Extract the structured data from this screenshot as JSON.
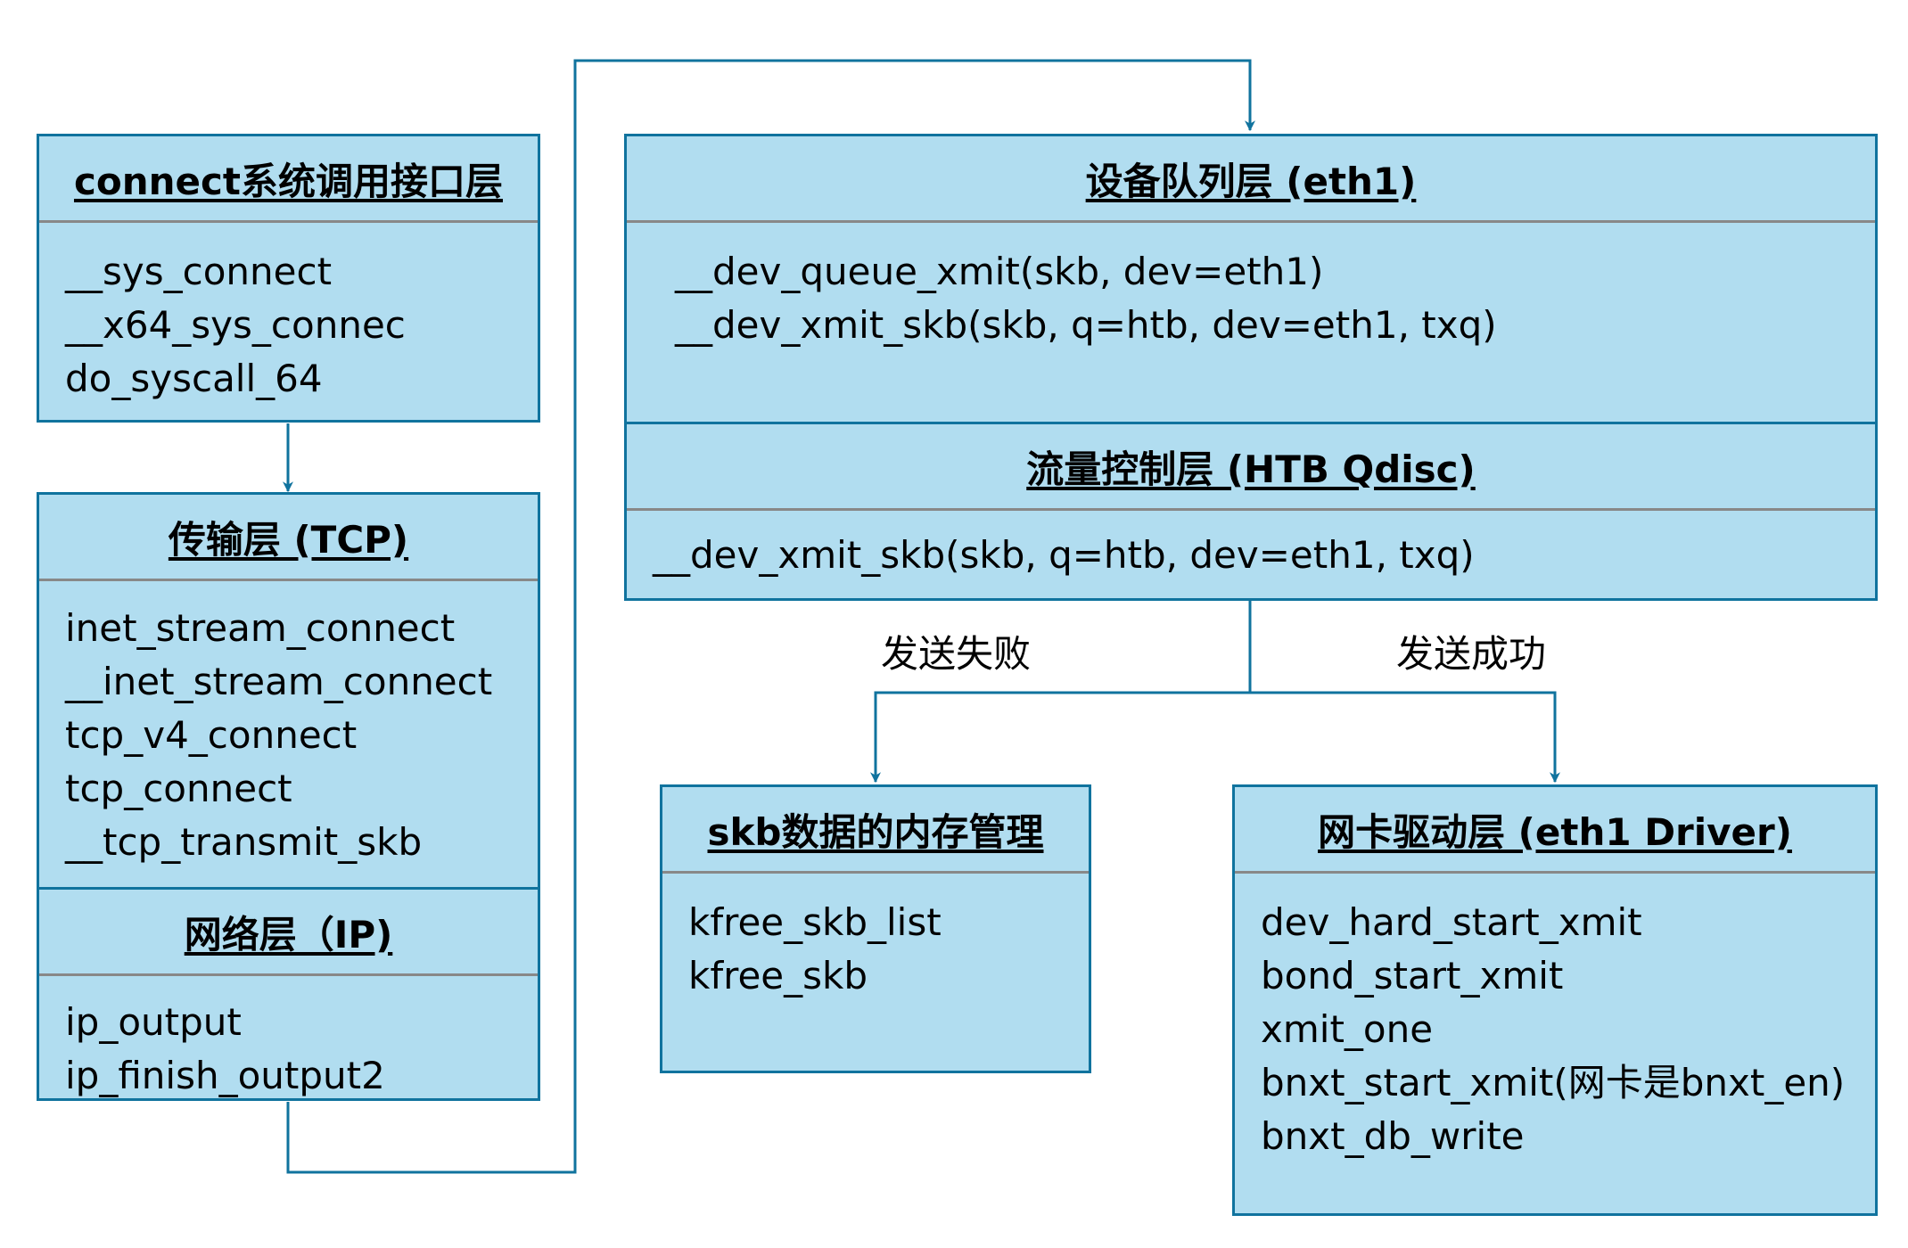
{
  "boxes": {
    "connect": {
      "title": "connect系统调用接口层",
      "lines": [
        "__sys_connect",
        "__x64_sys_connec",
        "do_syscall_64"
      ]
    },
    "tcp": {
      "title": "传输层 (TCP)",
      "lines": [
        "inet_stream_connect",
        "__inet_stream_connect",
        "tcp_v4_connect",
        "tcp_connect",
        "__tcp_transmit_skb"
      ]
    },
    "ip": {
      "title": "网络层（IP)",
      "lines": [
        "ip_output",
        "ip_finish_output2"
      ]
    },
    "devqueue": {
      "title": "设备队列层 (eth1)",
      "lines": [
        "__dev_queue_xmit(skb, dev=eth1)",
        "__dev_xmit_skb(skb, q=htb, dev=eth1, txq)"
      ]
    },
    "qdisc": {
      "title": "流量控制层 (HTB Qdisc)",
      "lines": [
        "__dev_xmit_skb(skb, q=htb, dev=eth1, txq)"
      ]
    },
    "skbmem": {
      "title": "skb数据的内存管理",
      "lines": [
        "kfree_skb_list",
        "kfree_skb"
      ]
    },
    "driver": {
      "title": "网卡驱动层 (eth1 Driver)",
      "lines": [
        "dev_hard_start_xmit",
        "bond_start_xmit",
        "xmit_one",
        "bnxt_start_xmit(网卡是bnxt_en)",
        "bnxt_db_write"
      ]
    }
  },
  "edges": {
    "fail_label": "发送失败",
    "success_label": "发送成功"
  },
  "colors": {
    "box_fill": "#b1ddf0",
    "box_border": "#10739e",
    "separator": "#888888"
  }
}
